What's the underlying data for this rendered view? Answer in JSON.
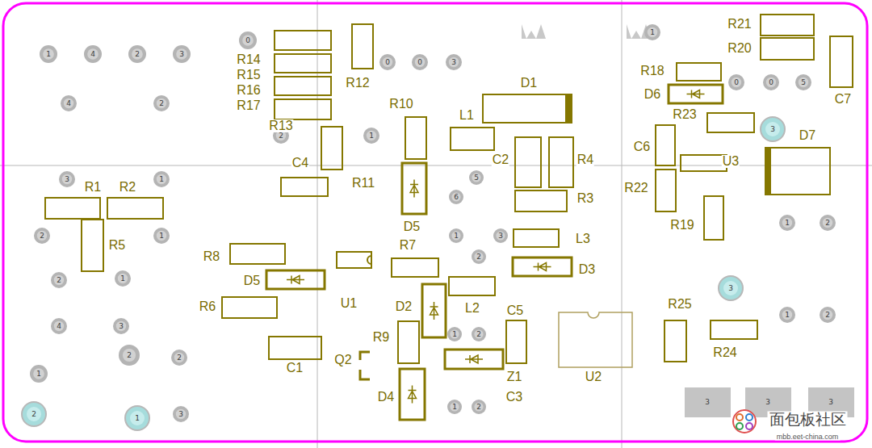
{
  "diagram": {
    "labels": [
      "R21",
      "R20",
      "R14",
      "R15",
      "R16",
      "R17",
      "R12",
      "R18",
      "D6",
      "C7",
      "R10",
      "D1",
      "L1",
      "R13",
      "R23",
      "C6",
      "D7",
      "C4",
      "C2",
      "R4",
      "U3",
      "R11",
      "R22",
      "R1",
      "R2",
      "R3",
      "D5",
      "R19",
      "R5",
      "L3",
      "R8",
      "R7",
      "D5",
      "D3",
      "U1",
      "R6",
      "D2",
      "L2",
      "C5",
      "R25",
      "R9",
      "Q2",
      "C1",
      "Z1",
      "R24",
      "U2",
      "D4",
      "C3",
      "1",
      "4",
      "2",
      "3",
      "4",
      "2",
      "0",
      "0",
      "0",
      "3",
      "2",
      "1",
      "5",
      "6",
      "3",
      "1",
      "2",
      "1",
      "1",
      "3",
      "2",
      "2",
      "1",
      "4",
      "3",
      "1",
      "2",
      "2",
      "2",
      "1",
      "2",
      "1",
      "3",
      "1",
      "2",
      "1",
      "0",
      "0",
      "5",
      "3",
      "1",
      "2",
      "3",
      "1",
      "2",
      "3",
      "3",
      "3",
      "面包板社区",
      "mbb.eet-china.com"
    ]
  }
}
